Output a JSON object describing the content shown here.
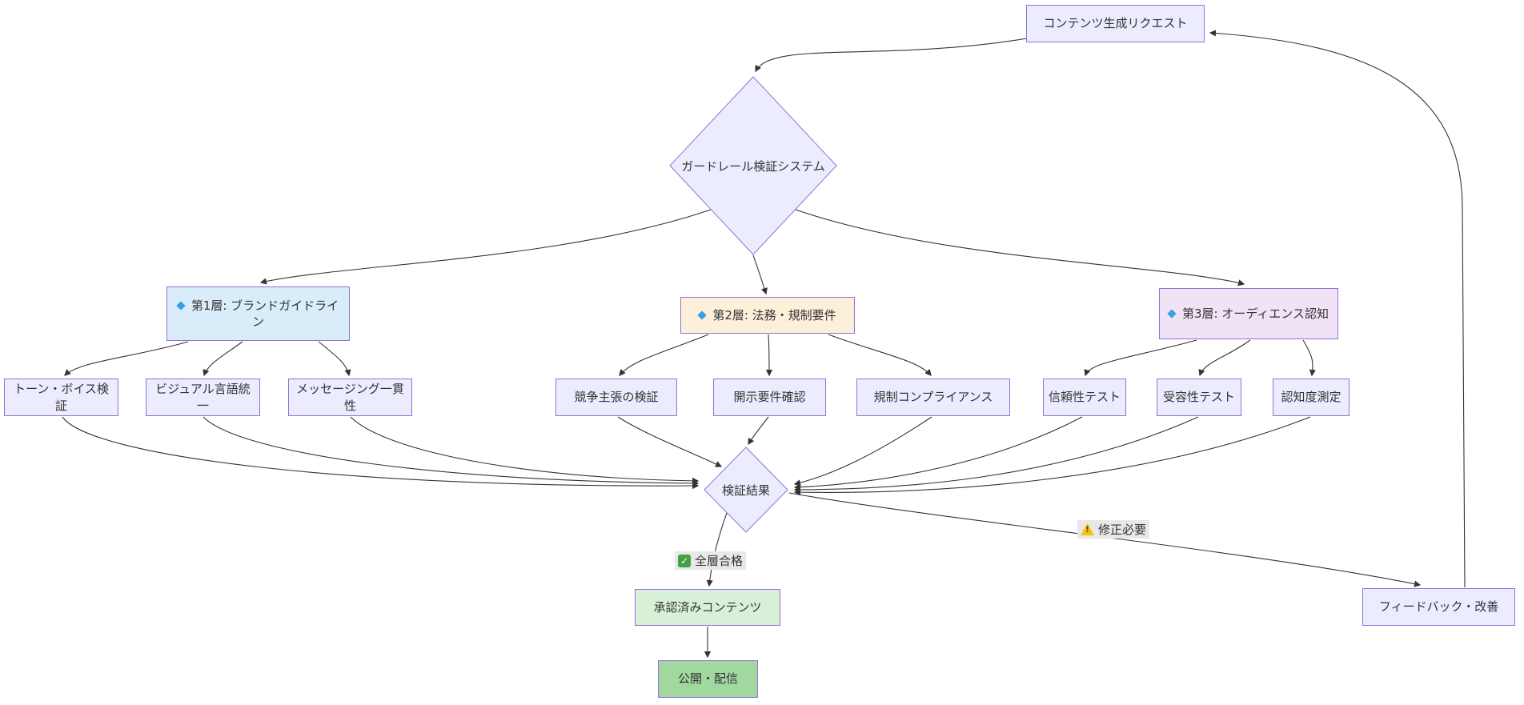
{
  "nodes": {
    "request": {
      "label": "コンテンツ生成リクエスト"
    },
    "guardrail": {
      "label": "ガードレール検証システム",
      "shape": "diamond"
    },
    "tier1": {
      "label": "第1層: ブランドガイドライン",
      "bullet_icon": "blue-diamond",
      "fill": "#D8ECF9"
    },
    "tier2": {
      "label": "第2層: 法務・規制要件",
      "bullet_icon": "blue-diamond",
      "fill": "#FDF0DA"
    },
    "tier3": {
      "label": "第3層: オーディエンス認知",
      "bullet_icon": "blue-diamond",
      "fill": "#F0E3F6"
    },
    "tone": {
      "label": "トーン・ボイス検証"
    },
    "visual": {
      "label": "ビジュアル言語統一"
    },
    "messaging": {
      "label": "メッセージング一貫性"
    },
    "claims": {
      "label": "競争主張の検証"
    },
    "disclosure": {
      "label": "開示要件確認"
    },
    "regulatory": {
      "label": "規制コンプライアンス"
    },
    "credibility": {
      "label": "信頼性テスト"
    },
    "acceptance": {
      "label": "受容性テスト"
    },
    "awareness": {
      "label": "認知度測定"
    },
    "verdict": {
      "label": "検証結果",
      "shape": "diamond"
    },
    "approved": {
      "label": "承認済みコンテンツ",
      "fill": "#D7F0D7"
    },
    "publish": {
      "label": "公開・配信",
      "fill": "#A0D8A0"
    },
    "feedback": {
      "label": "フィードバック・改善"
    }
  },
  "edge_labels": {
    "pass": "全層合格",
    "fix": "修正必要"
  },
  "edges": [
    {
      "from": "request",
      "to": "guardrail"
    },
    {
      "from": "guardrail",
      "to": "tier1"
    },
    {
      "from": "guardrail",
      "to": "tier2"
    },
    {
      "from": "guardrail",
      "to": "tier3"
    },
    {
      "from": "tier1",
      "to": "tone"
    },
    {
      "from": "tier1",
      "to": "visual"
    },
    {
      "from": "tier1",
      "to": "messaging"
    },
    {
      "from": "tier2",
      "to": "claims"
    },
    {
      "from": "tier2",
      "to": "disclosure"
    },
    {
      "from": "tier2",
      "to": "regulatory"
    },
    {
      "from": "tier3",
      "to": "credibility"
    },
    {
      "from": "tier3",
      "to": "acceptance"
    },
    {
      "from": "tier3",
      "to": "awareness"
    },
    {
      "from": "tone",
      "to": "verdict"
    },
    {
      "from": "visual",
      "to": "verdict"
    },
    {
      "from": "messaging",
      "to": "verdict"
    },
    {
      "from": "claims",
      "to": "verdict"
    },
    {
      "from": "disclosure",
      "to": "verdict"
    },
    {
      "from": "regulatory",
      "to": "verdict"
    },
    {
      "from": "credibility",
      "to": "verdict"
    },
    {
      "from": "acceptance",
      "to": "verdict"
    },
    {
      "from": "awareness",
      "to": "verdict"
    },
    {
      "from": "verdict",
      "to": "approved",
      "label": "全層合格",
      "label_icon": "check-mark"
    },
    {
      "from": "verdict",
      "to": "feedback",
      "label": "修正必要",
      "label_icon": "warning-triangle"
    },
    {
      "from": "approved",
      "to": "publish"
    },
    {
      "from": "feedback",
      "to": "request"
    }
  ],
  "colors": {
    "node_fill": "#ECECFF",
    "node_border": "#9370DB",
    "tier1_fill": "#D8ECF9",
    "tier2_fill": "#FDF0DA",
    "tier3_fill": "#F0E3F6",
    "approved_fill": "#D7F0D7",
    "publish_fill": "#A0D8A0",
    "edge_stroke": "#333333",
    "edge_label_bg": "#E8E8E8",
    "bullet_blue": "#3D9FE0",
    "check_green": "#43A047",
    "warning_yellow": "#F5C211"
  }
}
